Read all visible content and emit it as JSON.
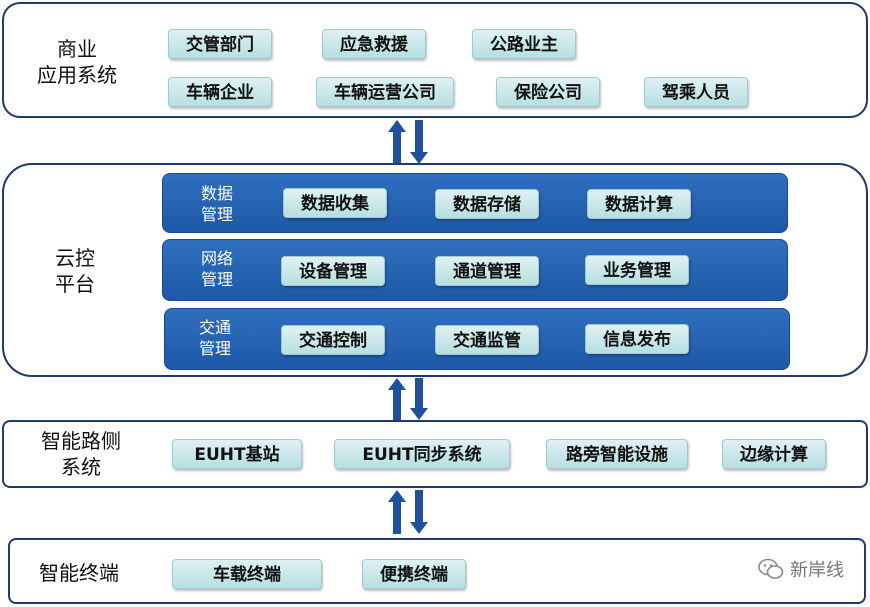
{
  "commerce": {
    "title": "商业\n应用系统",
    "row1": [
      "交管部门",
      "应急救援",
      "公路业主"
    ],
    "row2": [
      "车辆企业",
      "车辆运营公司",
      "保险公司",
      "驾乘人员"
    ]
  },
  "cloud": {
    "title": "云控\n平台",
    "bands": [
      {
        "label": "数据\n管理",
        "items": [
          "数据收集",
          "数据存储",
          "数据计算"
        ]
      },
      {
        "label": "网络\n管理",
        "items": [
          "设备管理",
          "通道管理",
          "业务管理"
        ]
      },
      {
        "label": "交通\n管理",
        "items": [
          "交通控制",
          "交通监管",
          "信息发布"
        ]
      }
    ]
  },
  "roadside": {
    "title": "智能路侧\n系统",
    "items": [
      "EUHT基站",
      "EUHT同步系统",
      "路旁智能设施",
      "边缘计算"
    ]
  },
  "terminal": {
    "title": "智能终端",
    "items": [
      "车载终端",
      "便携终端"
    ]
  },
  "watermark": "新岸线",
  "colors": {
    "border": "#1f3a6e",
    "band": "#1e58a8",
    "box": "#c9e8ea",
    "arrow": "#1e4fa0"
  }
}
